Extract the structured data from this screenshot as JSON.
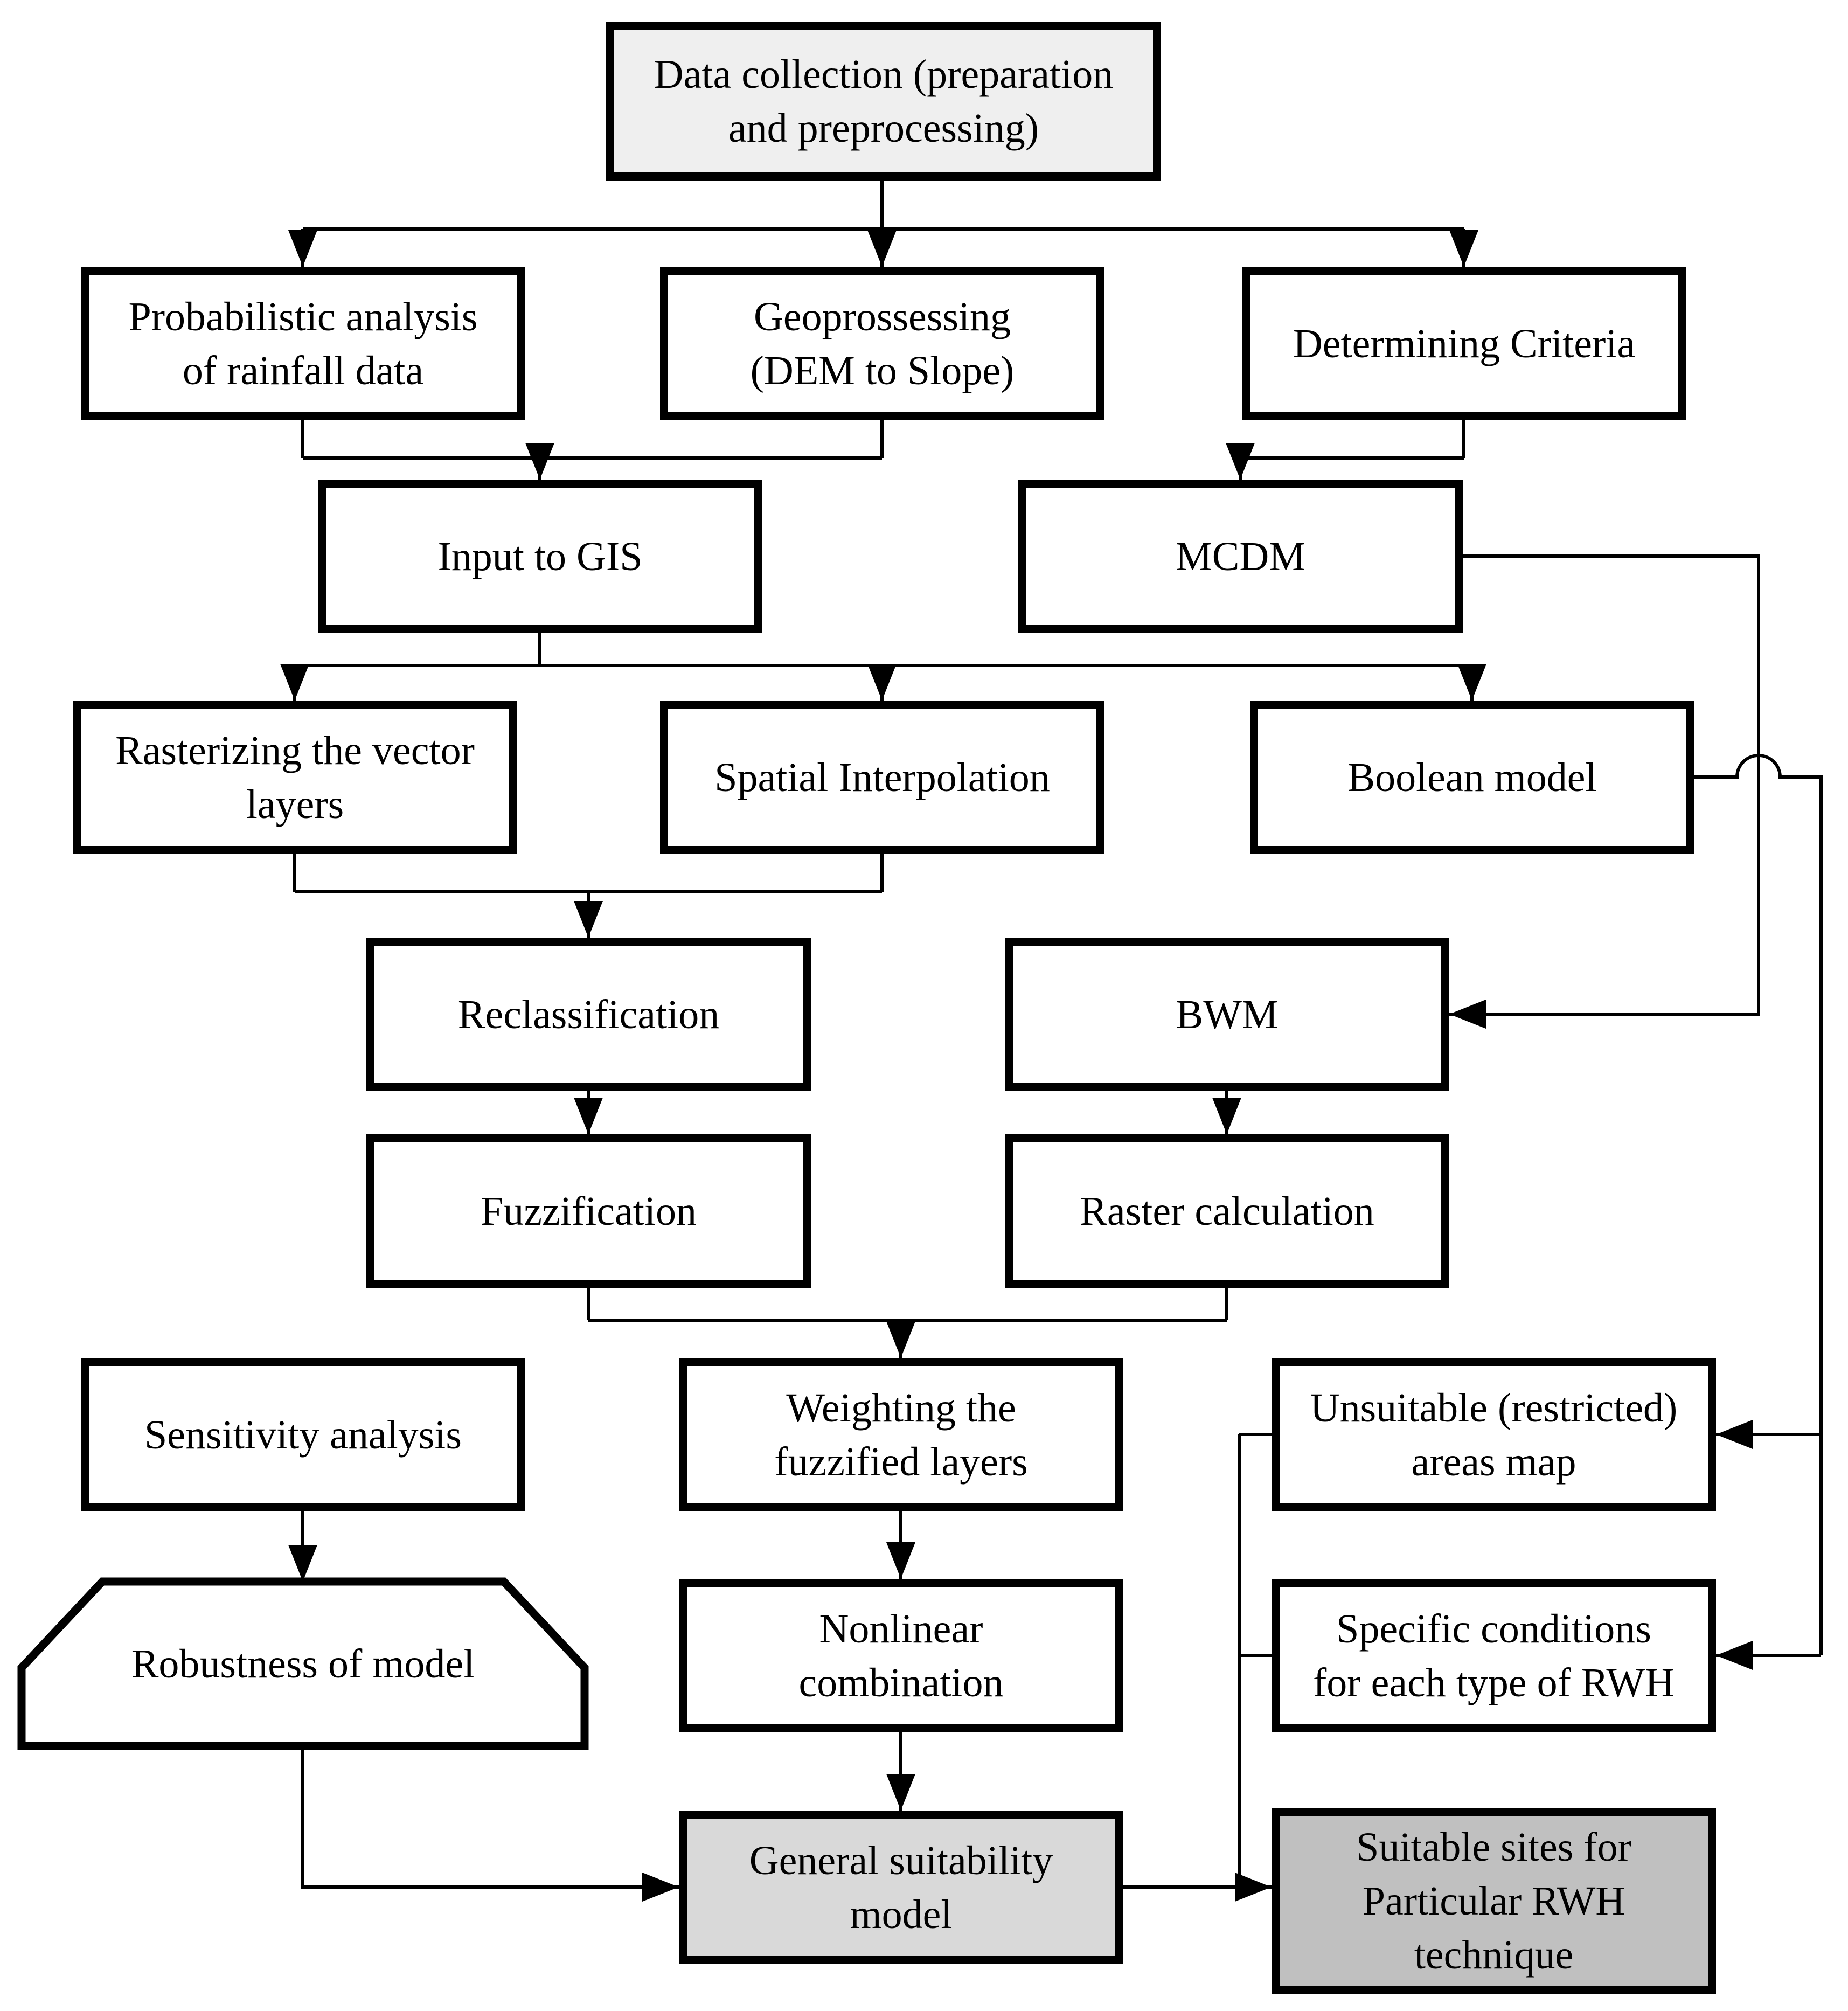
{
  "colors": {
    "background": "#ffffff",
    "box_border": "#000000",
    "connector": "#000000",
    "box_fill_white": "#ffffff",
    "box_fill_light_gray": "#efefef",
    "box_fill_gray": "#d9d9d9",
    "box_fill_dark_gray": "#c0c0c0"
  },
  "nodes": [
    {
      "id": "data_collection",
      "shape": "rect",
      "fill": "#efefef",
      "label": "Data collection (preparation\nand preprocessing)"
    },
    {
      "id": "probabilistic_analysis",
      "shape": "rect",
      "fill": "#ffffff",
      "label": "Probabilistic analysis\nof rainfall data"
    },
    {
      "id": "geoprocessing",
      "shape": "rect",
      "fill": "#ffffff",
      "label": "Geoprossessing\n(DEM to Slope)"
    },
    {
      "id": "determining_criteria",
      "shape": "rect",
      "fill": "#ffffff",
      "label": "Determining Criteria"
    },
    {
      "id": "input_to_gis",
      "shape": "rect",
      "fill": "#ffffff",
      "label": "Input to GIS"
    },
    {
      "id": "mcdm",
      "shape": "rect",
      "fill": "#ffffff",
      "label": "MCDM"
    },
    {
      "id": "rasterizing_vector_layers",
      "shape": "rect",
      "fill": "#ffffff",
      "label": "Rasterizing the vector\nlayers"
    },
    {
      "id": "spatial_interpolation",
      "shape": "rect",
      "fill": "#ffffff",
      "label": "Spatial Interpolation"
    },
    {
      "id": "boolean_model",
      "shape": "rect",
      "fill": "#ffffff",
      "label": "Boolean model"
    },
    {
      "id": "reclassification",
      "shape": "rect",
      "fill": "#ffffff",
      "label": "Reclassification"
    },
    {
      "id": "bwm",
      "shape": "rect",
      "fill": "#ffffff",
      "label": "BWM"
    },
    {
      "id": "fuzzification",
      "shape": "rect",
      "fill": "#ffffff",
      "label": "Fuzzification"
    },
    {
      "id": "raster_calculation",
      "shape": "rect",
      "fill": "#ffffff",
      "label": "Raster calculation"
    },
    {
      "id": "sensitivity_analysis",
      "shape": "rect",
      "fill": "#ffffff",
      "label": "Sensitivity analysis"
    },
    {
      "id": "weighting_fuzzified_layers",
      "shape": "rect",
      "fill": "#ffffff",
      "label": "Weighting the\nfuzzified layers"
    },
    {
      "id": "unsuitable_areas_map",
      "shape": "rect",
      "fill": "#ffffff",
      "label": "Unsuitable (restricted)\nareas map"
    },
    {
      "id": "robustness_of_model",
      "shape": "beveled-top-rect",
      "fill": "#ffffff",
      "label": "Robustness of model"
    },
    {
      "id": "nonlinear_combination",
      "shape": "rect",
      "fill": "#ffffff",
      "label": "Nonlinear\ncombination"
    },
    {
      "id": "specific_conditions",
      "shape": "rect",
      "fill": "#ffffff",
      "label": "Specific conditions\nfor each type of RWH"
    },
    {
      "id": "general_suitability_model",
      "shape": "rect",
      "fill": "#d9d9d9",
      "label": "General suitability\nmodel"
    },
    {
      "id": "suitable_sites",
      "shape": "rect",
      "fill": "#c0c0c0",
      "label": "Suitable sites for\nParticular RWH\ntechnique"
    }
  ],
  "edges": [
    {
      "from": "data_collection",
      "to": "probabilistic_analysis"
    },
    {
      "from": "data_collection",
      "to": "geoprocessing"
    },
    {
      "from": "data_collection",
      "to": "determining_criteria"
    },
    {
      "from": "probabilistic_analysis",
      "to": "input_to_gis"
    },
    {
      "from": "geoprocessing",
      "to": "input_to_gis"
    },
    {
      "from": "determining_criteria",
      "to": "mcdm"
    },
    {
      "from": "input_to_gis",
      "to": "rasterizing_vector_layers"
    },
    {
      "from": "input_to_gis",
      "to": "spatial_interpolation"
    },
    {
      "from": "input_to_gis",
      "to": "boolean_model"
    },
    {
      "from": "mcdm",
      "to": "bwm"
    },
    {
      "from": "rasterizing_vector_layers",
      "to": "reclassification"
    },
    {
      "from": "spatial_interpolation",
      "to": "reclassification"
    },
    {
      "from": "reclassification",
      "to": "fuzzification"
    },
    {
      "from": "bwm",
      "to": "raster_calculation"
    },
    {
      "from": "fuzzification",
      "to": "weighting_fuzzified_layers"
    },
    {
      "from": "raster_calculation",
      "to": "weighting_fuzzified_layers"
    },
    {
      "from": "weighting_fuzzified_layers",
      "to": "nonlinear_combination"
    },
    {
      "from": "sensitivity_analysis",
      "to": "robustness_of_model"
    },
    {
      "from": "nonlinear_combination",
      "to": "general_suitability_model"
    },
    {
      "from": "robustness_of_model",
      "to": "general_suitability_model"
    },
    {
      "from": "boolean_model",
      "to": "unsuitable_areas_map"
    },
    {
      "from": "boolean_model",
      "to": "specific_conditions"
    },
    {
      "from": "general_suitability_model",
      "to": "suitable_sites"
    },
    {
      "from": "unsuitable_areas_map",
      "to": "suitable_sites"
    },
    {
      "from": "specific_conditions",
      "to": "suitable_sites"
    }
  ]
}
